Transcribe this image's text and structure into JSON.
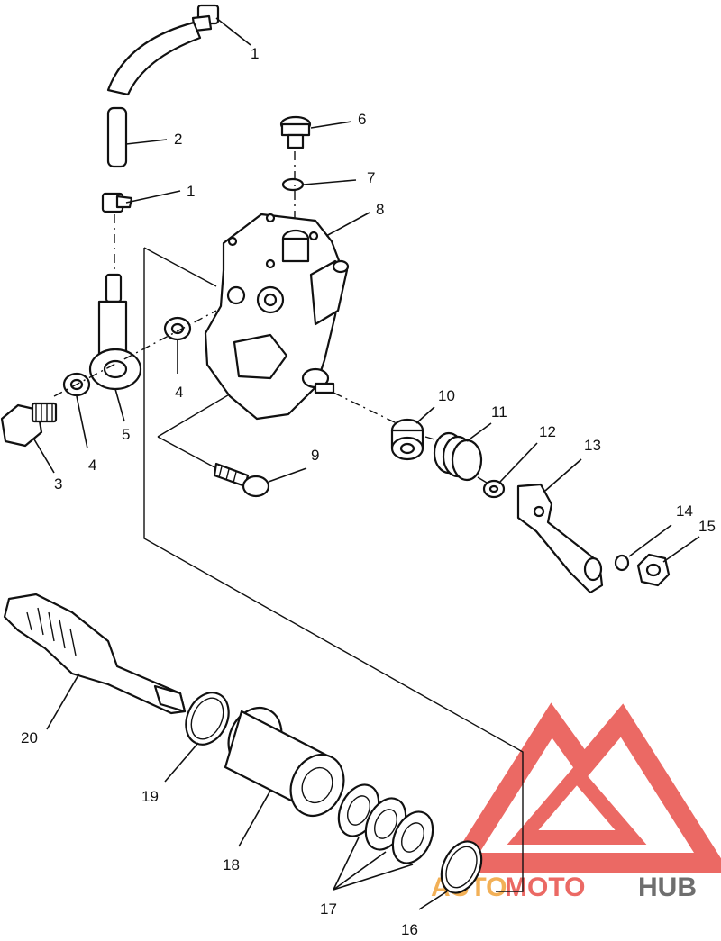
{
  "callouts": [
    {
      "id": "c1a",
      "text": "1"
    },
    {
      "id": "c2",
      "text": "2"
    },
    {
      "id": "c1b",
      "text": "1"
    },
    {
      "id": "c6",
      "text": "6"
    },
    {
      "id": "c7",
      "text": "7"
    },
    {
      "id": "c8",
      "text": "8"
    },
    {
      "id": "c4a",
      "text": "4"
    },
    {
      "id": "c3",
      "text": "3"
    },
    {
      "id": "c4b",
      "text": "4"
    },
    {
      "id": "c5",
      "text": "5"
    },
    {
      "id": "c9",
      "text": "9"
    },
    {
      "id": "c10",
      "text": "10"
    },
    {
      "id": "c11",
      "text": "11"
    },
    {
      "id": "c12",
      "text": "12"
    },
    {
      "id": "c13",
      "text": "13"
    },
    {
      "id": "c14",
      "text": "14"
    },
    {
      "id": "c15",
      "text": "15"
    },
    {
      "id": "c20",
      "text": "20"
    },
    {
      "id": "c19",
      "text": "19"
    },
    {
      "id": "c18",
      "text": "18"
    },
    {
      "id": "c17",
      "text": "17"
    },
    {
      "id": "c16",
      "text": "16"
    }
  ],
  "watermark": {
    "part1": "AUTO",
    "part2": "MOTO",
    "part3": "HUB",
    "color_primary": "#e8504a",
    "color_accent": "#f0a33a",
    "color_dark": "#444444"
  }
}
